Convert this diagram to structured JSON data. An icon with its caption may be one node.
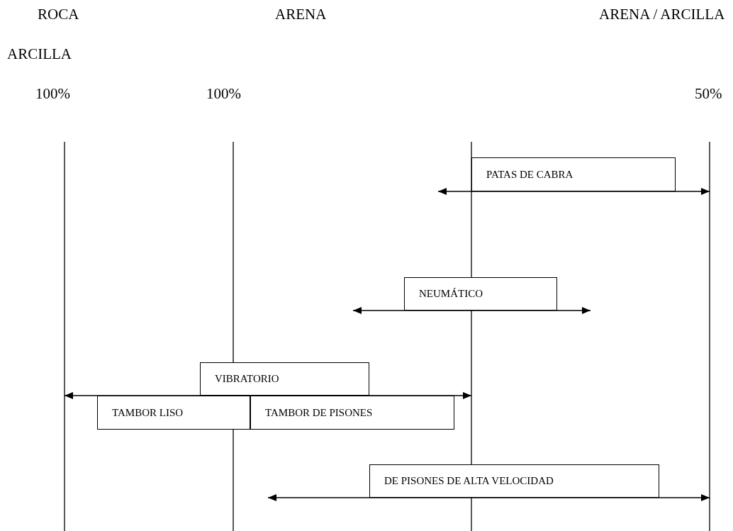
{
  "diagram": {
    "nodes": [
      {
        "text": [
          "PATAS DE CABRA"
        ]
      },
      {
        "text": [
          "NEUMÁTICO"
        ]
      },
      {
        "text": [
          "VIBRATORIO"
        ]
      },
      {
        "text": [
          "TAMBOR LISO"
        ]
      },
      {
        "text": [
          "TAMBOR DE PISONES"
        ]
      },
      {
        "text": [
          "DE PISONES DE ALTA VELOCIDAD"
        ]
      }
    ],
    "edges": [],
    "labels": [
      "ROCA",
      "ARENA",
      "ARENA / ARCILLA",
      "ARCILLA",
      "100%",
      "100%",
      "50%"
    ]
  }
}
